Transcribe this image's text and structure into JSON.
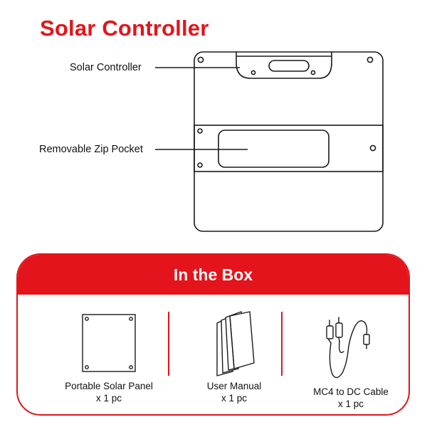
{
  "title": "Solar Controller",
  "callouts": {
    "controller": "Solar Controller",
    "pocket": "Removable Zip Pocket"
  },
  "box": {
    "title": "In the Box",
    "items": [
      {
        "name": "Portable Solar Panel",
        "qty": "x 1 pc",
        "icon": "solar-panel-icon"
      },
      {
        "name": "User Manual",
        "qty": "x 1 pc",
        "icon": "manual-icon"
      },
      {
        "name": "MC4 to DC Cable",
        "qty": "x 1 pc",
        "icon": "cable-icon"
      }
    ]
  },
  "colors": {
    "accent": "#e3141b",
    "line": "#1a1a1a"
  }
}
